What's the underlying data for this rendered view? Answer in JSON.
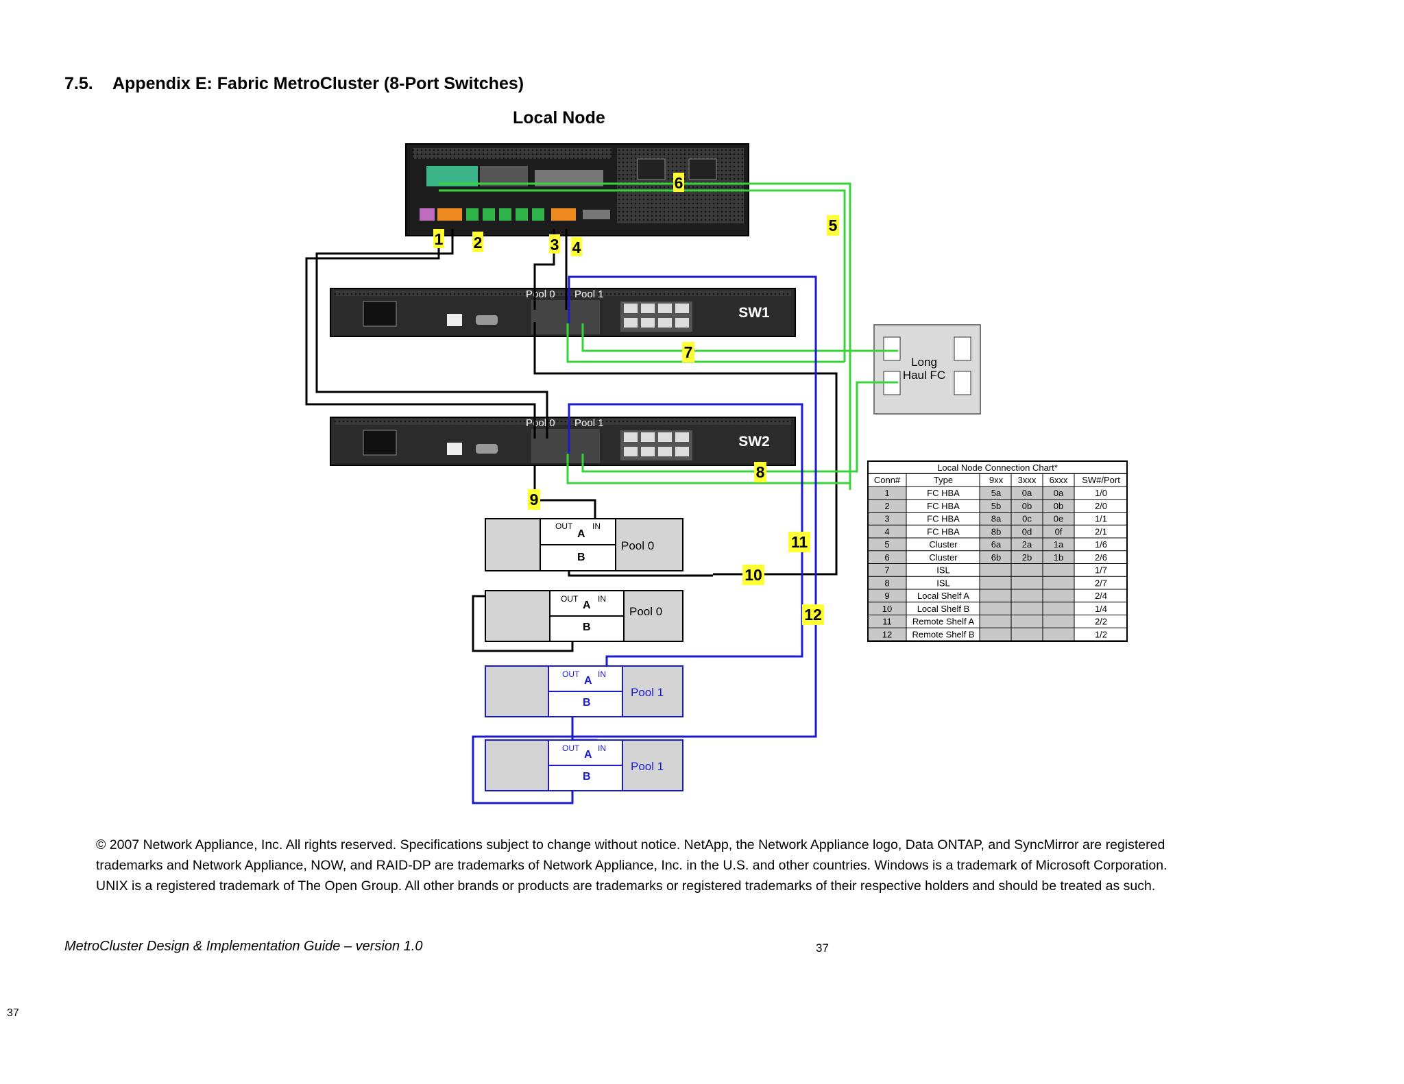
{
  "section": {
    "number": "7.5.",
    "title": "Appendix E: Fabric MetroCluster (8-Port Switches)"
  },
  "diagram": {
    "title": "Local Node",
    "switches": [
      {
        "label": "SW1"
      },
      {
        "label": "SW2"
      }
    ],
    "pool_tags": {
      "pool0": "Pool 0",
      "pool1": "Pool 1"
    },
    "long_haul": {
      "line1": "Long",
      "line2": "Haul FC"
    },
    "shelves": [
      {
        "pool": "Pool 0",
        "color": "#000000"
      },
      {
        "pool": "Pool 0",
        "color": "#000000"
      },
      {
        "pool": "Pool 1",
        "color": "#1a1acc"
      },
      {
        "pool": "Pool 1",
        "color": "#1a1acc"
      }
    ],
    "shelf_labels": {
      "out": "OUT",
      "in": "IN",
      "a": "A",
      "b": "B"
    },
    "connection_markers": [
      "1",
      "2",
      "3",
      "4",
      "5",
      "6",
      "7",
      "8",
      "9",
      "10",
      "11",
      "12"
    ],
    "colors": {
      "fc_hba": "#000000",
      "cluster_isl": "#33cc33",
      "remote": "#1a1acc",
      "marker": "#ffff33"
    }
  },
  "chart": {
    "title": "Local Node Connection Chart*",
    "columns": [
      "Conn#",
      "Type",
      "9xx",
      "3xxx",
      "6xxx",
      "SW#/Port"
    ],
    "rows": [
      [
        "1",
        "FC HBA",
        "5a",
        "0a",
        "0a",
        "1/0"
      ],
      [
        "2",
        "FC HBA",
        "5b",
        "0b",
        "0b",
        "2/0"
      ],
      [
        "3",
        "FC HBA",
        "8a",
        "0c",
        "0e",
        "1/1"
      ],
      [
        "4",
        "FC HBA",
        "8b",
        "0d",
        "0f",
        "2/1"
      ],
      [
        "5",
        "Cluster",
        "6a",
        "2a",
        "1a",
        "1/6"
      ],
      [
        "6",
        "Cluster",
        "6b",
        "2b",
        "1b",
        "2/6"
      ],
      [
        "7",
        "ISL",
        "",
        "",
        "",
        "1/7"
      ],
      [
        "8",
        "ISL",
        "",
        "",
        "",
        "2/7"
      ],
      [
        "9",
        "Local Shelf A",
        "",
        "",
        "",
        "2/4"
      ],
      [
        "10",
        "Local Shelf B",
        "",
        "",
        "",
        "1/4"
      ],
      [
        "11",
        "Remote Shelf A",
        "",
        "",
        "",
        "2/2"
      ],
      [
        "12",
        "Remote Shelf B",
        "",
        "",
        "",
        "1/2"
      ]
    ]
  },
  "copyright": "© 2007 Network Appliance, Inc. All rights reserved. Specifications subject to change without notice. NetApp, the Network Appliance logo, Data ONTAP, and SyncMirror are registered trademarks and Network Appliance, NOW, and RAID-DP are trademarks of Network Appliance, Inc. in the U.S. and other countries. Windows is a trademark of Microsoft Corporation. UNIX is a registered trademark of The Open Group. All other brands or products are trademarks or registered trademarks of their respective holders and should be treated as such.",
  "footer": {
    "guide": "MetroCluster Design & Implementation Guide – version 1.0",
    "page": "37"
  },
  "page_corner": "37"
}
